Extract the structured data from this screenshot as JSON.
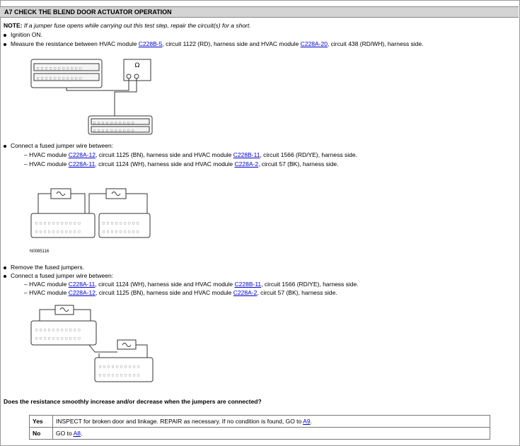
{
  "header": {
    "title": "A7  CHECK THE BLEND DOOR ACTUATOR OPERATION"
  },
  "note": {
    "label": "NOTE:",
    "text": "If a jumper fuse opens while carrying out this test step, repair the circuit(s) for a short."
  },
  "step1": {
    "b1": "Ignition ON.",
    "b2_pre": "Measure the resistance between HVAC module ",
    "b2_l1": "C228B-5",
    "b2_mid": ", circuit 1122 (RD), harness side and HVAC module ",
    "b2_l2": "C228A-20",
    "b2_post": ", circuit 438 (RD/WH), harness side."
  },
  "meter_symbol": "Ω",
  "step2": {
    "head": "Connect a fused jumper wire between:",
    "r1_a": "HVAC module ",
    "r1_l1": "C228A-12",
    "r1_b": ", circuit 1125 (BN), harness side and HVAC module ",
    "r1_l2": "C228B-11",
    "r1_c": ", circuit 1566 (RD/YE), harness side.",
    "r2_a": "HVAC module ",
    "r2_l1": "C228A-11",
    "r2_b": ", circuit 1124 (WH), harness side and HVAC module ",
    "r2_l2": "C228A-2",
    "r2_c": ", circuit 57 (BK), harness side."
  },
  "figure_id": "N0085116",
  "step3": {
    "b1": "Remove the fused jumpers.",
    "head": "Connect a fused jumper wire between:",
    "r1_a": "HVAC module ",
    "r1_l1": "C228A-11",
    "r1_b": ", circuit 1124 (WH), harness side and HVAC module ",
    "r1_l2": "C228B-11",
    "r1_c": ", circuit 1566 (RD/YE), harness side.",
    "r2_a": "HVAC module ",
    "r2_l1": "C228A-12",
    "r2_b": ", circuit 1125 (BN), harness side and HVAC module ",
    "r2_l2": "C228A-2",
    "r2_c": ", circuit 57 (BK), harness side."
  },
  "question": "Does the resistance smoothly increase and/or decrease when the jumpers are connected?",
  "results": {
    "yes_label": "Yes",
    "yes_pre": "INSPECT for broken door and linkage. REPAIR as necessary. If no condition is found, GO to ",
    "yes_link": "A9",
    "yes_post": ".",
    "no_label": "No",
    "no_pre": "GO to ",
    "no_link": "A8",
    "no_post": "."
  },
  "colors": {
    "header_bg": "#d4d4d4",
    "link": "#0000cc"
  }
}
